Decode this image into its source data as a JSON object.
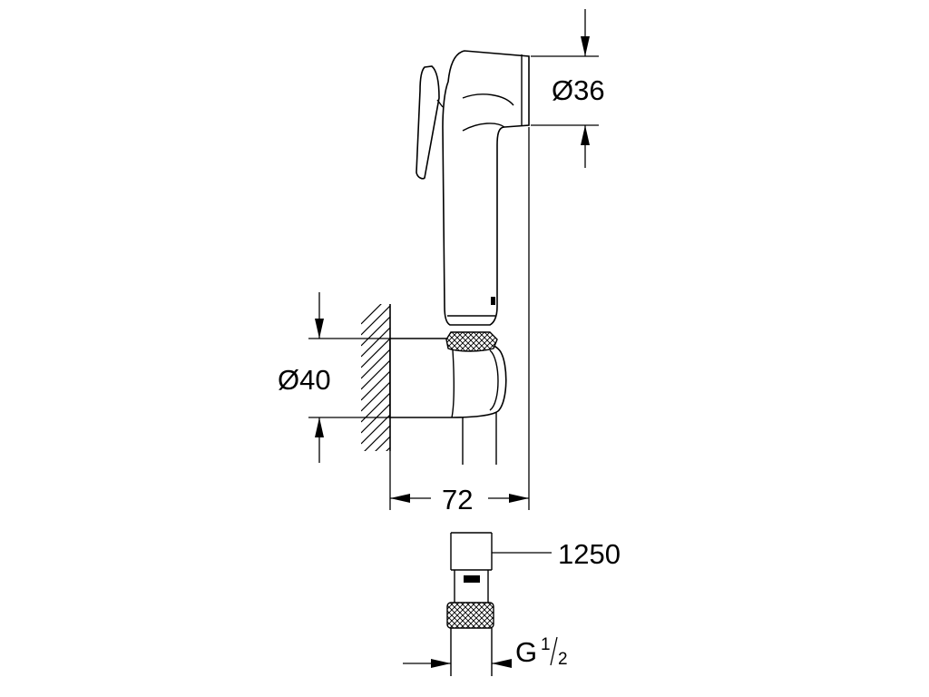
{
  "dimensions": {
    "head_diameter": "Ø36",
    "holder_diameter": "Ø40",
    "holder_depth": "72",
    "hose_length": "1250",
    "thread_main": "G",
    "thread_num": "1",
    "thread_den": "2"
  },
  "colors": {
    "line": "#000000",
    "background": "#ffffff"
  }
}
